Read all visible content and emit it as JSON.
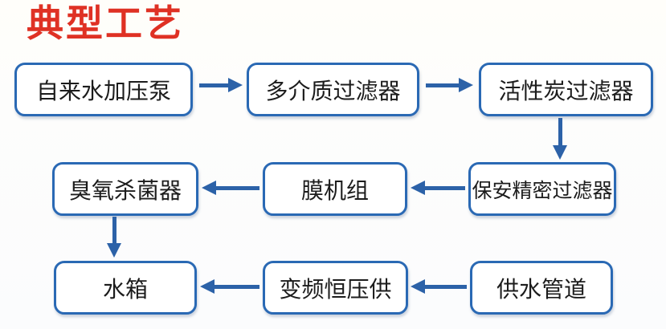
{
  "page": {
    "title": "典型工艺",
    "title_color": "#df3124",
    "box_border_color": "#2a69b4",
    "arrow_color": "#2c62a8",
    "box_fill_color": "#ffffff",
    "text_color": "#1c1c1c",
    "background_color": "#fdfdfc"
  },
  "flow": {
    "nodes": [
      {
        "id": "tap-water-booster-pump",
        "label": "自来水加压泵"
      },
      {
        "id": "multi-media-filter",
        "label": "多介质过滤器"
      },
      {
        "id": "activated-carbon-filter",
        "label": "活性炭过滤器"
      },
      {
        "id": "security-precision-filter",
        "label": "保安精密过滤器"
      },
      {
        "id": "membrane-unit",
        "label": "膜机组"
      },
      {
        "id": "ozone-sterilizer",
        "label": "臭氧杀菌器"
      },
      {
        "id": "water-supply-pipeline",
        "label": "供水管道"
      },
      {
        "id": "vfd-constant-pressure-supply",
        "label": "变频恒压供"
      },
      {
        "id": "water-tank",
        "label": "水箱"
      }
    ],
    "edges": [
      {
        "from": "自来水加压泵",
        "to": "多介质过滤器",
        "direction": "right"
      },
      {
        "from": "多介质过滤器",
        "to": "活性炭过滤器",
        "direction": "right"
      },
      {
        "from": "活性炭过滤器",
        "to": "保安精密过滤器",
        "direction": "down"
      },
      {
        "from": "保安精密过滤器",
        "to": "膜机组",
        "direction": "left"
      },
      {
        "from": "膜机组",
        "to": "臭氧杀菌器",
        "direction": "left"
      },
      {
        "from": "臭氧杀菌器",
        "to": "水箱",
        "direction": "down"
      },
      {
        "from": "供水管道",
        "to": "变频恒压供",
        "direction": "left"
      },
      {
        "from": "变频恒压供",
        "to": "水箱",
        "direction": "left"
      }
    ]
  }
}
